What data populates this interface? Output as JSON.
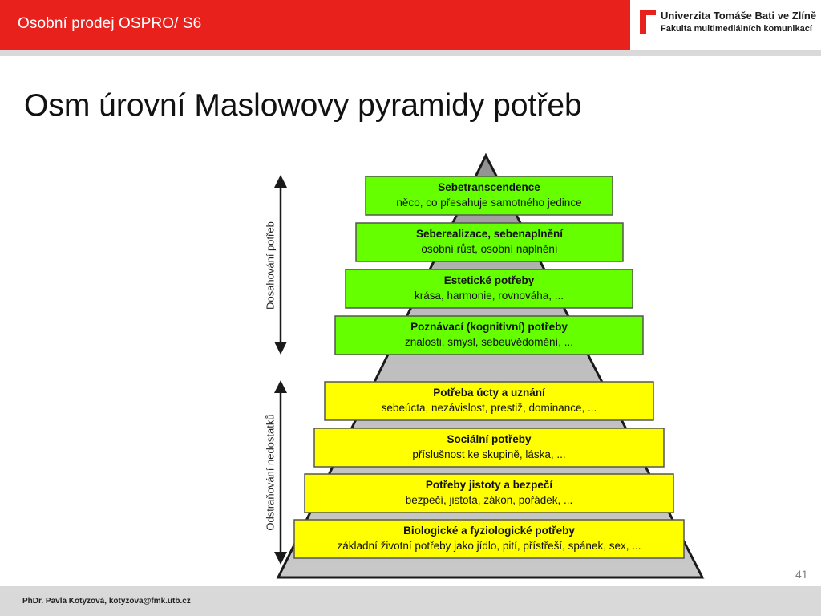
{
  "header": {
    "course": "Osobní prodej OSPRO/ S6",
    "logo_line1": "Univerzita Tomáše Bati ve Zlíně",
    "logo_line2": "Fakulta multimediálních komunikací"
  },
  "slide": {
    "title": "Osm úrovní Maslowovy pyramidy potřeb",
    "number": "41"
  },
  "diagram": {
    "colors": {
      "growth": "#66ff00",
      "deficiency": "#ffff00",
      "pyramid": "#bfbfbf"
    },
    "groups": {
      "growth_label": "Dosahování potřeb",
      "deficiency_label": "Odstraňování nedostatků"
    },
    "levels": [
      {
        "title": "Sebetranscendence",
        "desc": "něco, co přesahuje samotného jedince",
        "group": "growth"
      },
      {
        "title": "Seberealizace, sebenaplnění",
        "desc": "osobní růst, osobní naplnění",
        "group": "growth"
      },
      {
        "title": "Estetické potřeby",
        "desc": "krása, harmonie, rovnováha, ...",
        "group": "growth"
      },
      {
        "title": "Poznávací (kognitivní) potřeby",
        "desc": "znalosti, smysl, sebeuvědomění, ...",
        "group": "growth"
      },
      {
        "title": "Potřeba úcty a uznání",
        "desc": "sebeúcta, nezávislost, prestiž, dominance, ...",
        "group": "deficiency"
      },
      {
        "title": "Sociální potřeby",
        "desc": "příslušnost ke skupině, láska, ...",
        "group": "deficiency"
      },
      {
        "title": "Potřeby jistoty a bezpečí",
        "desc": "bezpečí, jistota, zákon, pořádek, ...",
        "group": "deficiency"
      },
      {
        "title": "Biologické a fyziologické potřeby",
        "desc": "základní životní potřeby jako jídlo, pití, přístřeší, spánek, sex, ...",
        "group": "deficiency"
      }
    ]
  },
  "footer": {
    "author": "PhDr. Pavla Kotyzová, kotyzova@fmk.utb.cz"
  }
}
